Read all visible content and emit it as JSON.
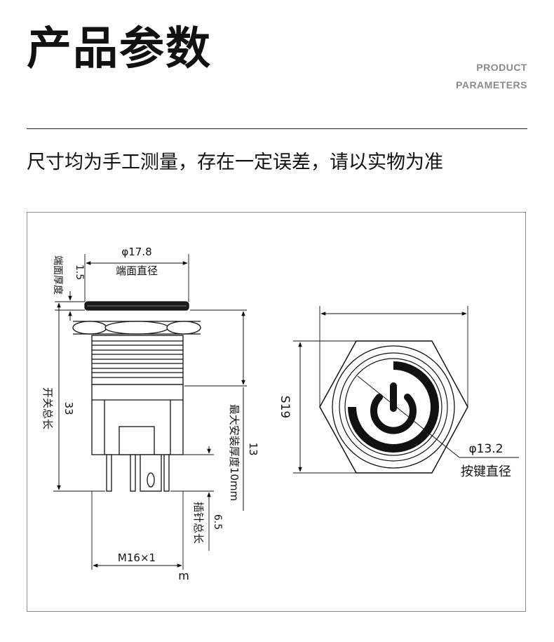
{
  "header": {
    "title": "产品参数",
    "subtitle_line1": "PRODUCT",
    "subtitle_line2": "PARAMETERS"
  },
  "note": "尺寸均为手工测量，存在一定误差，请以实物为准",
  "side_view": {
    "head_diameter": "φ17.8",
    "head_diameter_label": "端面直径",
    "head_thickness": "1.5",
    "head_thickness_label": "端面厚度",
    "total_length": "33",
    "total_length_label": "开关总长",
    "max_install_value": "13",
    "max_install_label": "最大安装厚度10mm",
    "pin_length": "6.5",
    "pin_length_label": "插针总长",
    "thread": "M16×1",
    "stray_mark": "m"
  },
  "front_view": {
    "hex_size": "S19",
    "button_diameter": "φ13.2",
    "button_diameter_label": "按键直径",
    "icon": "power-icon"
  }
}
